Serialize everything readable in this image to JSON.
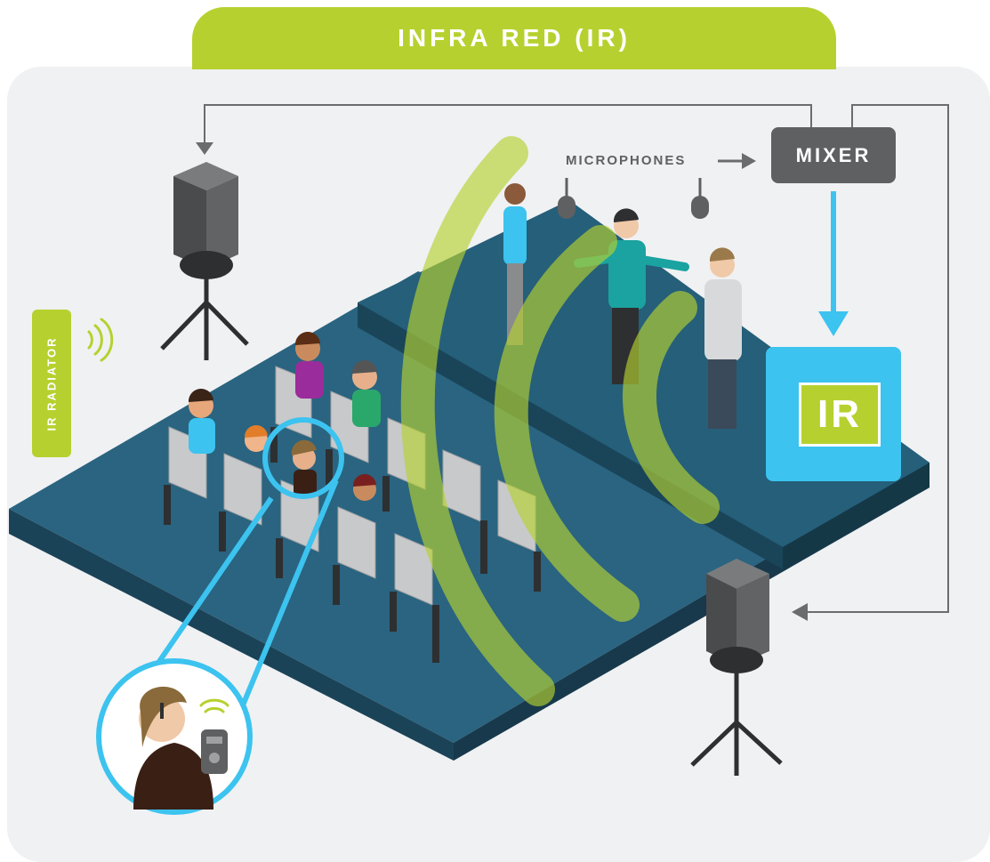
{
  "title": "INFRA RED (IR)",
  "labels": {
    "microphones": "MICROPHONES",
    "mixer": "MIXER",
    "ir_radiator": "IR RADIATOR",
    "ir_transmitter": "IR"
  },
  "colors": {
    "accent_green": "#b6d12f",
    "transmitter_blue": "#3cc3ef",
    "stage_blue": "#24576f",
    "equipment_gray": "#5f6062",
    "background": "#f0f1f3"
  }
}
